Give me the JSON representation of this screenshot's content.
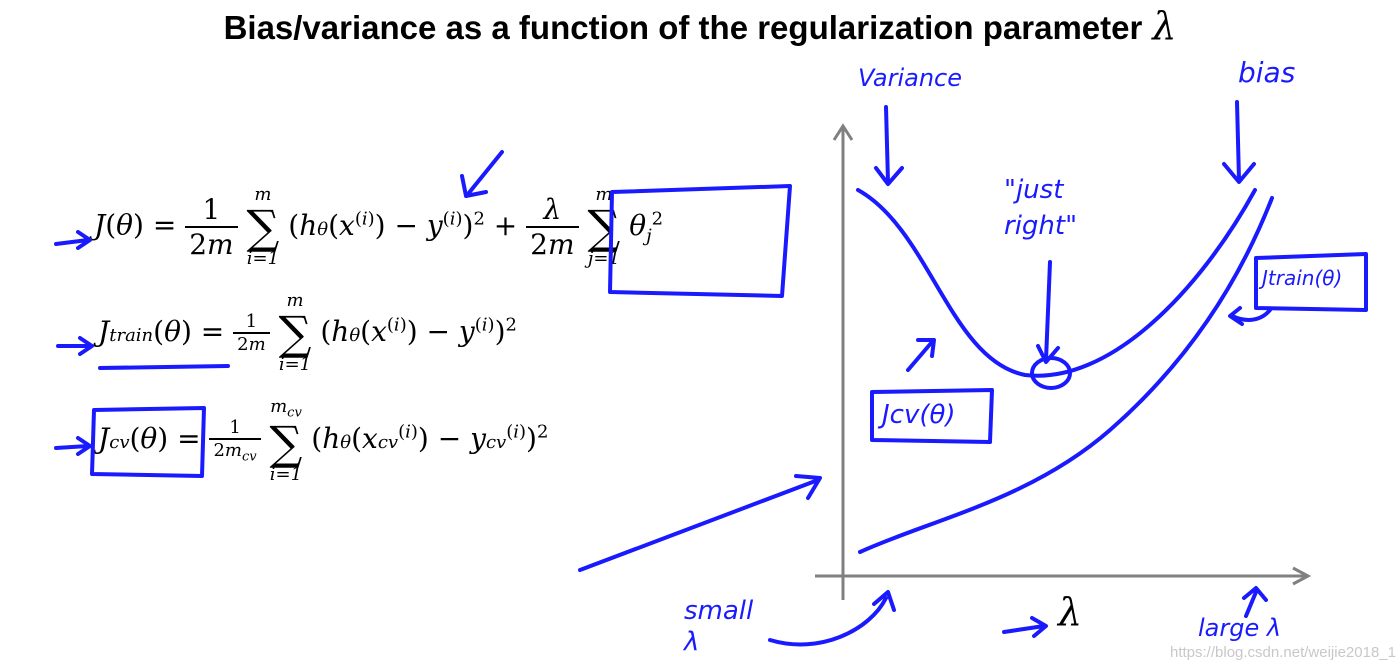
{
  "title": "Bias/variance as a function of the regularization parameter",
  "title_symbol": "λ",
  "equations": {
    "cost": "J(θ) = 1/(2m) Σ_{i=1}^{m} (h_θ(x^{(i)}) − y^{(i)})^2 + λ/(2m) Σ_{j=1}^{m} θ_j^2",
    "train": "J_train(θ) = 1/(2m) Σ_{i=1}^{m} (h_θ(x^{(i)}) − y^{(i)})^2",
    "cv": "J_cv(θ) = 1/(2m_cv) Σ_{i=1}^{m_cv} (h_θ(x_cv^{(i)}) − y_cv^{(i)})^2"
  },
  "annotations": {
    "variance": "Variance",
    "bias": "bias",
    "just_right": "\"just right\"",
    "jcv": "Jcv(θ)",
    "jtrain": "Jtrain(θ)",
    "small_lambda": "small λ",
    "large_lambda": "large λ"
  },
  "axis": {
    "x_label": "λ"
  },
  "colors": {
    "ink": "#1a1aff",
    "axis": "#808080",
    "text": "#000000"
  },
  "watermark": "https://blog.csdn.net/weijie2018_1"
}
